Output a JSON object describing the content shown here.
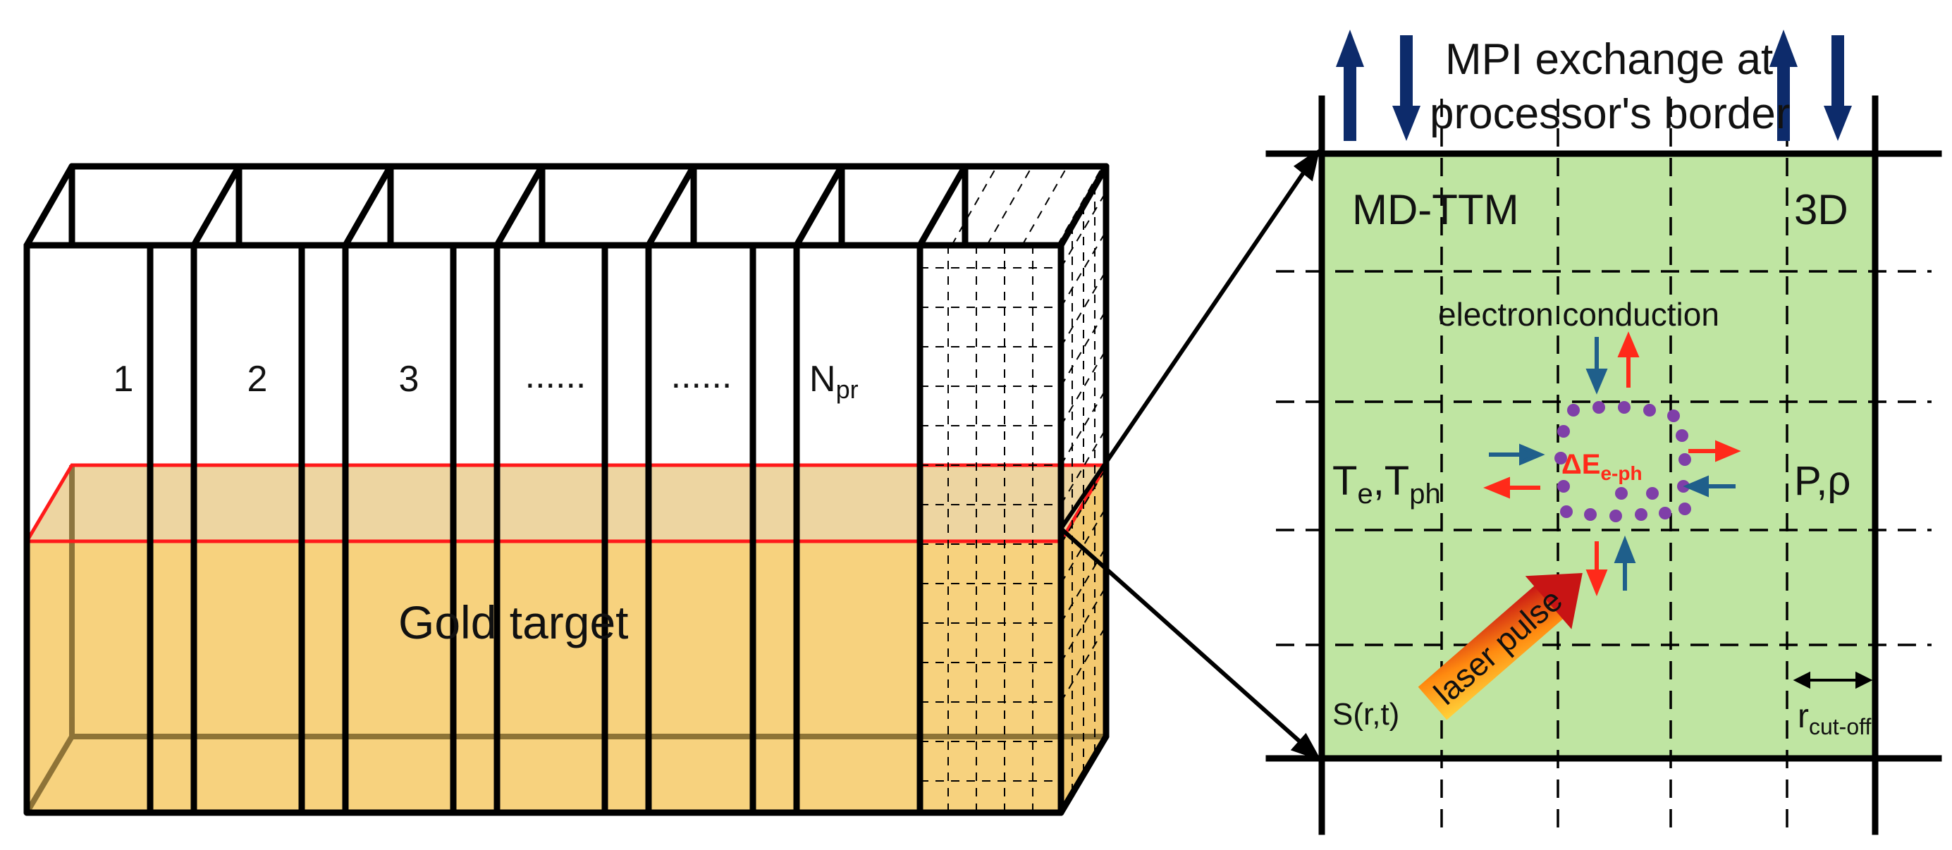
{
  "left_block": {
    "processor_labels": [
      "1",
      "2",
      "3",
      "......",
      "......"
    ],
    "last_processor": {
      "main": "N",
      "sub": "pr"
    },
    "target_label": "Gold target"
  },
  "right_panel": {
    "mpi_label_line1": "MPI exchange at",
    "mpi_label_line2": "processor's border",
    "model_label": "MD-TTM",
    "dimension_label": "3D",
    "conduction_label": "electron conduction",
    "energy_exchange": {
      "main": "ΔE",
      "sub": "e-ph"
    },
    "temp_label": {
      "t1": "T",
      "s1": "e",
      "sep": ",T",
      "s2": "ph"
    },
    "pressure_density_label": "P,ρ",
    "laser_label": "laser pulse",
    "source_label": "S(r,t)",
    "cutoff_label": {
      "main": "r",
      "sub": "cut-off"
    }
  },
  "colors": {
    "gold_fill": "#f7d27e",
    "gold_top": "#e9cd92",
    "red_outline": "#ff1a1a",
    "panel_green": "#bfe5a2",
    "arrow_navy": "#0d2b6b",
    "arrow_red": "#ff2a1a",
    "arrow_teal": "#1f5f8b",
    "dot_purple": "#7f3fa8",
    "energy_text": "#ff2a1a"
  }
}
